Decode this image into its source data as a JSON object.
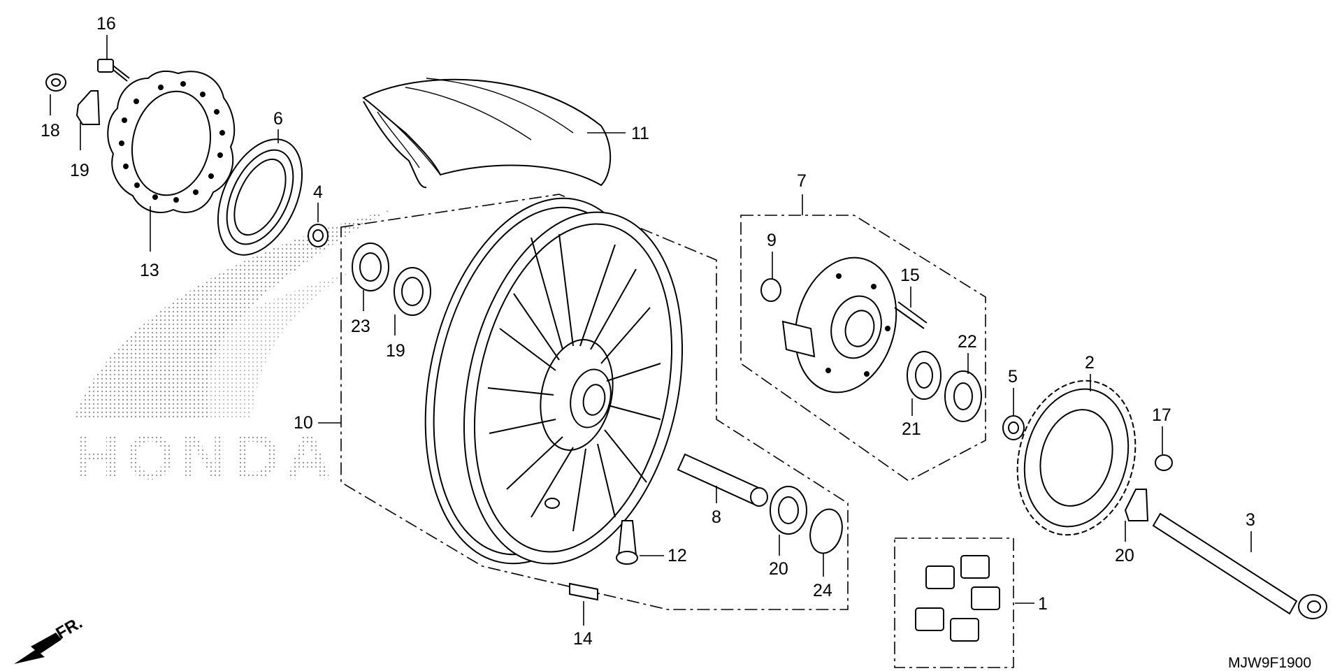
{
  "diagram": {
    "watermark_text": "HONDA",
    "direction_label": "FR.",
    "diagram_code": "MJW9F1900",
    "callouts": [
      "1",
      "2",
      "3",
      "4",
      "5",
      "6",
      "7",
      "8",
      "9",
      "10",
      "11",
      "12",
      "13",
      "14",
      "15",
      "16",
      "17",
      "18",
      "19",
      "19",
      "20",
      "20",
      "21",
      "22",
      "23",
      "24"
    ]
  }
}
